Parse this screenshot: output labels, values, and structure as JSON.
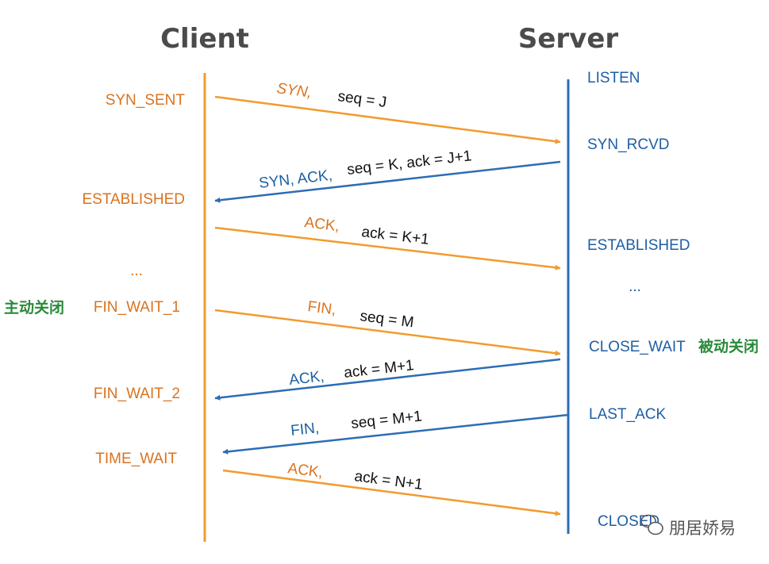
{
  "headers": {
    "client": "Client",
    "server": "Server"
  },
  "client_states": [
    "SYN_SENT",
    "ESTABLISHED",
    "...",
    "FIN_WAIT_1",
    "FIN_WAIT_2",
    "TIME_WAIT"
  ],
  "server_states": [
    "LISTEN",
    "SYN_RCVD",
    "ESTABLISHED",
    "...",
    "CLOSE_WAIT",
    "LAST_ACK",
    "CLOSED"
  ],
  "notes": {
    "active_close": "主动关闭",
    "passive_close": "被动关闭"
  },
  "messages": [
    {
      "flag": "SYN,",
      "params": "seq = J"
    },
    {
      "flag": "SYN, ACK,",
      "params": "seq = K, ack = J+1"
    },
    {
      "flag": "ACK,",
      "params": "ack = K+1"
    },
    {
      "flag": "FIN,",
      "params": "seq = M"
    },
    {
      "flag": "ACK,",
      "params": "ack = M+1"
    },
    {
      "flag": "FIN,",
      "params": "seq = M+1"
    },
    {
      "flag": "ACK,",
      "params": "ack = N+1"
    }
  ],
  "watermark": "朋居娇易",
  "colors": {
    "client": "#f29b2e",
    "server": "#2c6db5",
    "client_text": "#d9731f",
    "server_text": "#1f5fa3",
    "note": "#2a8a3a"
  }
}
